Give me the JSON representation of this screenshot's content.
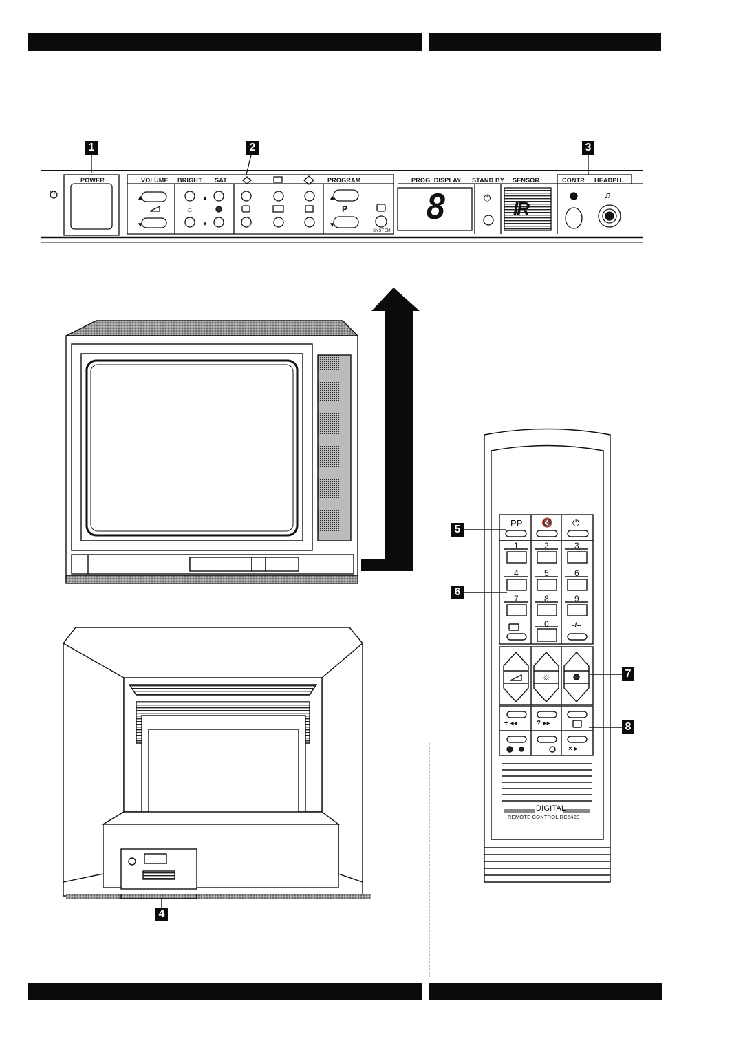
{
  "panel_labels": {
    "power": "POWER",
    "volume": "VOLUME",
    "bright": "BRIGHT",
    "sat": "SAT",
    "program": "PROGRAM",
    "p": "P",
    "system": "SYSTEM",
    "prog_display": "PROG. DISPLAY",
    "standby": "STAND BY",
    "sensor": "SENSOR",
    "contr": "CONTR",
    "headph": "HEADPH.",
    "display_digit": "8",
    "ir_logo": "IR"
  },
  "callouts": [
    "1",
    "2",
    "3",
    "4",
    "5",
    "6",
    "7",
    "8"
  ],
  "remote": {
    "top_buttons": [
      "PP",
      "",
      ""
    ],
    "digits": [
      "1",
      "2",
      "3",
      "4",
      "5",
      "6",
      "7",
      "8",
      "9",
      "",
      "0",
      "-/--"
    ],
    "teletext_labels": [
      "÷ ◂◂",
      "? ▸▸",
      "",
      "",
      "",
      "× ▸"
    ],
    "brand": "DIGITAL",
    "model": "REMOTE CONTROL RC5420"
  },
  "icons": [
    "power-icon",
    "mute-icon",
    "volume-icon",
    "brightness-icon",
    "saturation-icon",
    "av-input-icon",
    "teletext-icon",
    "headphone-icon",
    "contrast-icon"
  ]
}
